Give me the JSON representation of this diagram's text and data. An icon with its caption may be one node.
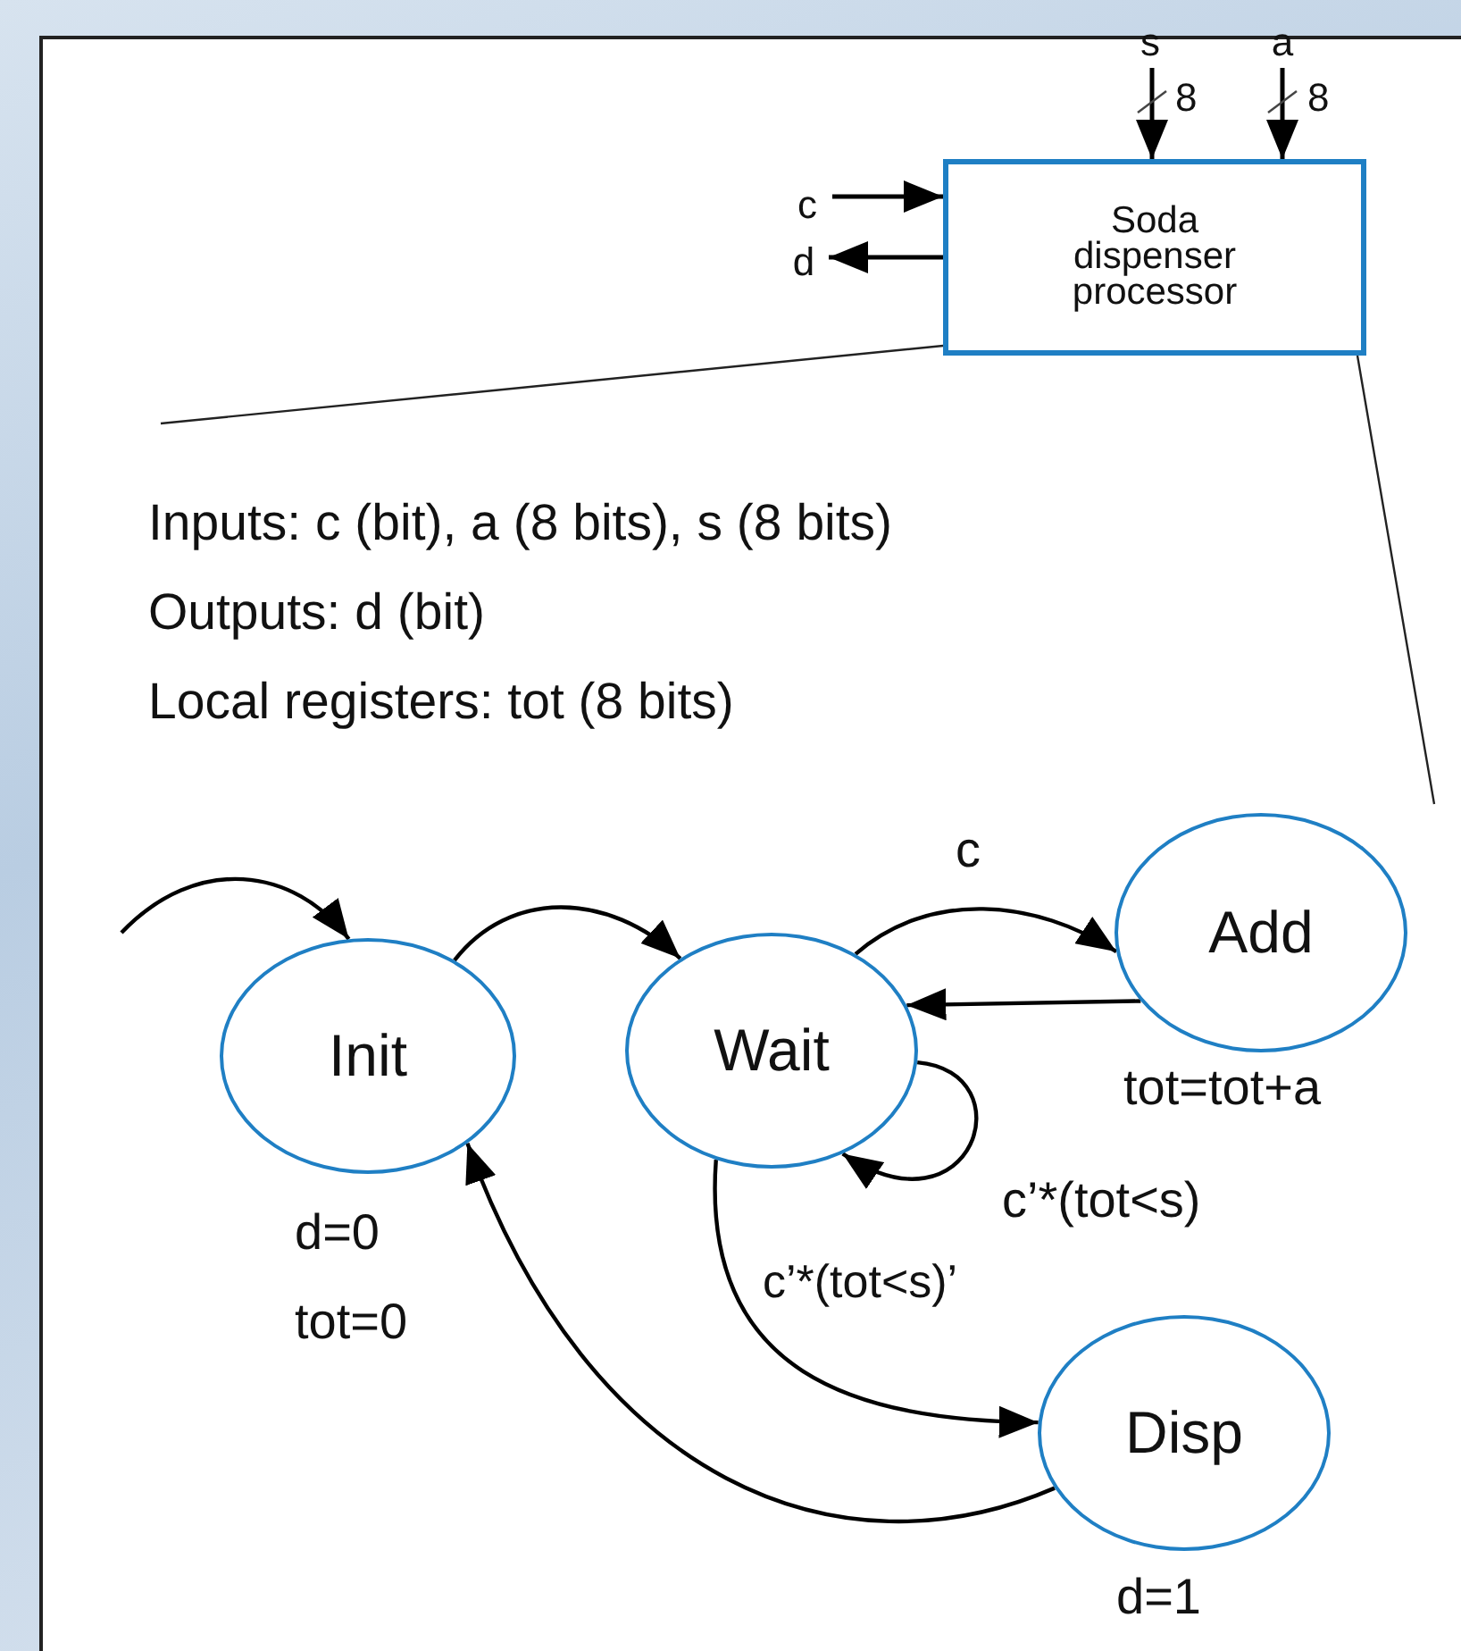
{
  "diagram": {
    "nodes": [
      {
        "text": [
          "Soda dispenser processor"
        ]
      },
      {
        "text": [
          "s"
        ]
      },
      {
        "text": [
          "a"
        ]
      },
      {
        "text": [
          "c"
        ]
      },
      {
        "text": [
          "d"
        ]
      },
      {
        "text": [
          "Init"
        ],
        "beside": [
          "d=0",
          "tot=0"
        ]
      },
      {
        "text": [
          "Wait"
        ]
      },
      {
        "text": [
          "Add"
        ],
        "beside": [
          "tot=tot+a"
        ]
      },
      {
        "text": [
          "Disp"
        ],
        "beside": [
          "d=1"
        ]
      }
    ],
    "edges": [
      {
        "from": 1,
        "to": 0,
        "arrow": "to",
        "label": "8"
      },
      {
        "from": 2,
        "to": 0,
        "arrow": "to",
        "label": "8"
      },
      {
        "from": 3,
        "to": 0,
        "arrow": "to"
      },
      {
        "from": 0,
        "to": 4,
        "arrow": "to"
      },
      {
        "from": null,
        "to": 5,
        "arrow": "to"
      },
      {
        "from": 5,
        "to": 6,
        "arrow": "to"
      },
      {
        "from": 6,
        "to": 7,
        "arrow": "to",
        "label": "c"
      },
      {
        "from": 7,
        "to": 6,
        "arrow": "to"
      },
      {
        "from": 6,
        "to": 6,
        "arrow": "to",
        "label": "c’*(tot<s)"
      },
      {
        "from": 6,
        "to": 8,
        "arrow": "to",
        "label": "c’*(tot<s)’"
      },
      {
        "from": 8,
        "to": 5,
        "arrow": "to"
      }
    ],
    "labels": [
      "Inputs: c (bit), a (8 bits), s (8 bits)",
      "Outputs: d (bit)",
      "Local registers: tot (8 bits)"
    ]
  }
}
